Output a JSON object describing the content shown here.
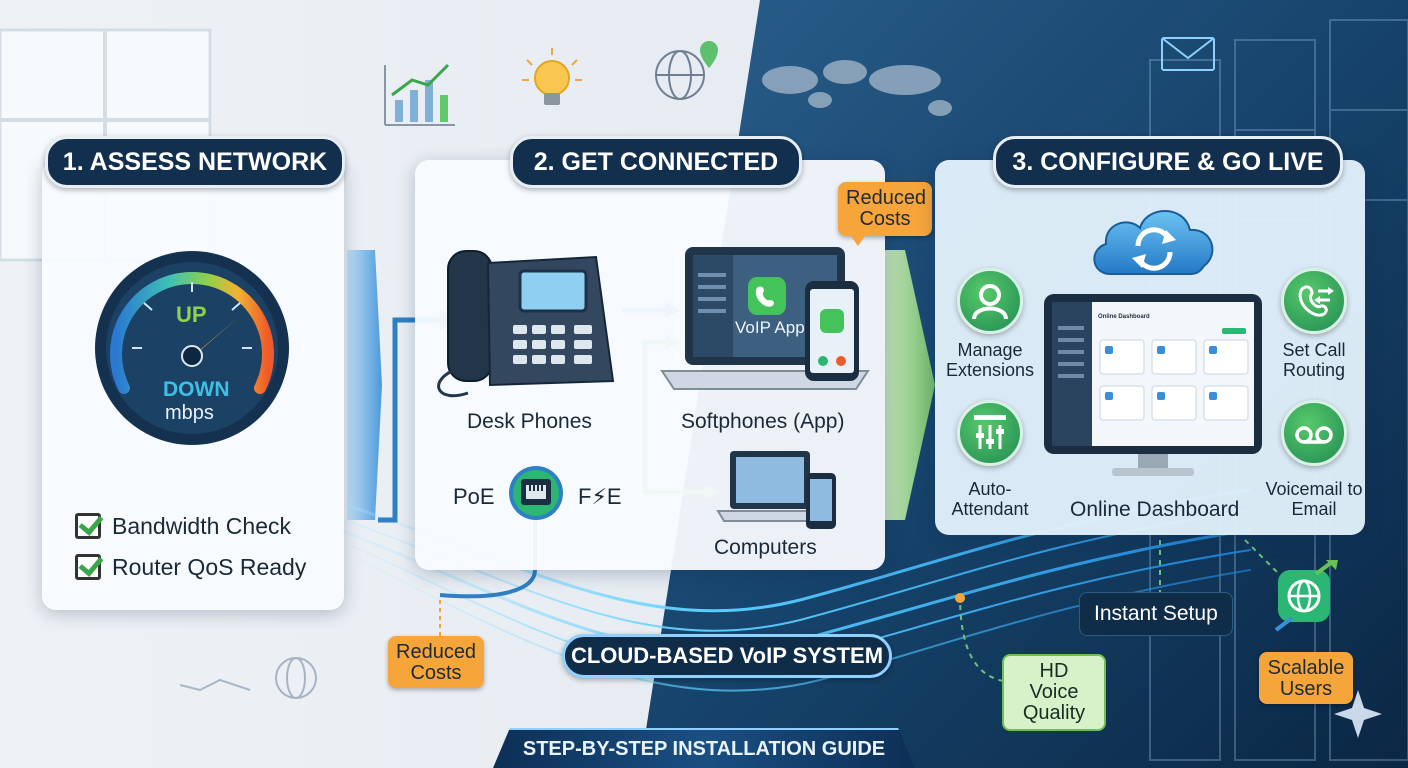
{
  "steps": [
    {
      "title": "1. ASSESS NETWORK"
    },
    {
      "title": "2. GET CONNECTED"
    },
    {
      "title": "3. CONFIGURE & GO LIVE"
    }
  ],
  "gauge": {
    "up": "UP",
    "down": "DOWN",
    "unit": "mbps"
  },
  "checklist": [
    "Bandwidth Check",
    "Router QoS Ready"
  ],
  "devices": {
    "desk_phones": "Desk Phones",
    "softphones": "Softphones (App)",
    "voip_app": "VoIP App",
    "computers": "Computers",
    "poe_left": "PoE",
    "poe_right": "F⚡E"
  },
  "features": {
    "manage_extensions": "Manage Extensions",
    "set_call_routing": "Set Call Routing",
    "auto_attendant": "Auto-Attendant",
    "voicemail": "Voicemail to Email",
    "dashboard": "Online Dashboard",
    "dashboard_screen_title": "Online Dashboard"
  },
  "callouts": {
    "reduced_costs_top": "Reduced Costs",
    "reduced_costs_bottom": "Reduced Costs",
    "instant_setup": "Instant Setup",
    "hd_voice": "HD Voice Quality",
    "scalable": "Scalable Users"
  },
  "banner": {
    "cloud_system": "CLOUD-BASED VoIP SYSTEM",
    "guide": "STEP-BY-STEP INSTALLATION GUIDE"
  },
  "colors": {
    "navy": "#12304e",
    "accent_orange": "#f6a53a",
    "accent_green": "#2e9e5a",
    "cloud_blue": "#3a8fd8"
  }
}
